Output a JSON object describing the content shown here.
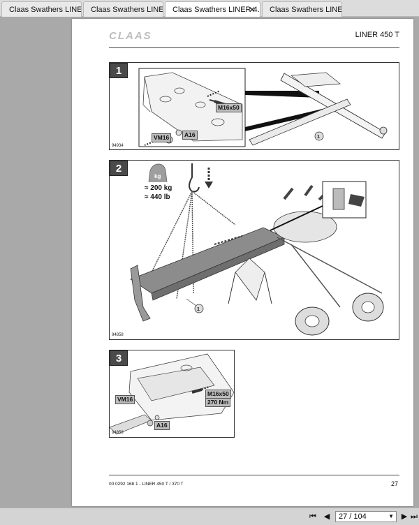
{
  "tabs": [
    {
      "label": "Claas Swathers LINER ...",
      "active": false
    },
    {
      "label": "Claas Swathers LINER ...",
      "active": false
    },
    {
      "label": "Claas Swathers LINER 4...",
      "active": true
    },
    {
      "label": "Claas Swathers LINER ...",
      "active": false
    }
  ],
  "page": {
    "brand": "CLAAS",
    "model": "LINER 450 T",
    "footer_left": "00 0292 168 1 - LINER 450 T / 370 T",
    "page_number": "27"
  },
  "figures": [
    {
      "number": "1",
      "code": "94934",
      "callouts": [
        "M16x50",
        "VM16",
        "A16"
      ],
      "part_ref": "1"
    },
    {
      "number": "2",
      "code": "94858",
      "weight_icon": "kg",
      "weight_kg": "≈ 200 kg",
      "weight_lb": "≈ 440 lb",
      "part_ref": "1"
    },
    {
      "number": "3",
      "code": "94859",
      "callouts": [
        "M16x50",
        "270 Nm",
        "VM16",
        "A16"
      ]
    }
  ],
  "navigation": {
    "page_indicator": "27 / 104"
  },
  "icons": {
    "close": "close-icon",
    "first": "first-page-icon",
    "prev": "previous-page-icon",
    "next": "next-page-icon",
    "last": "last-page-icon",
    "dropdown": "chevron-down-icon"
  },
  "colors": {
    "viewer_background": "#a9a9a9",
    "figure_number_bg": "#4a4a4a",
    "callout_bg": "#bcbcbc"
  }
}
